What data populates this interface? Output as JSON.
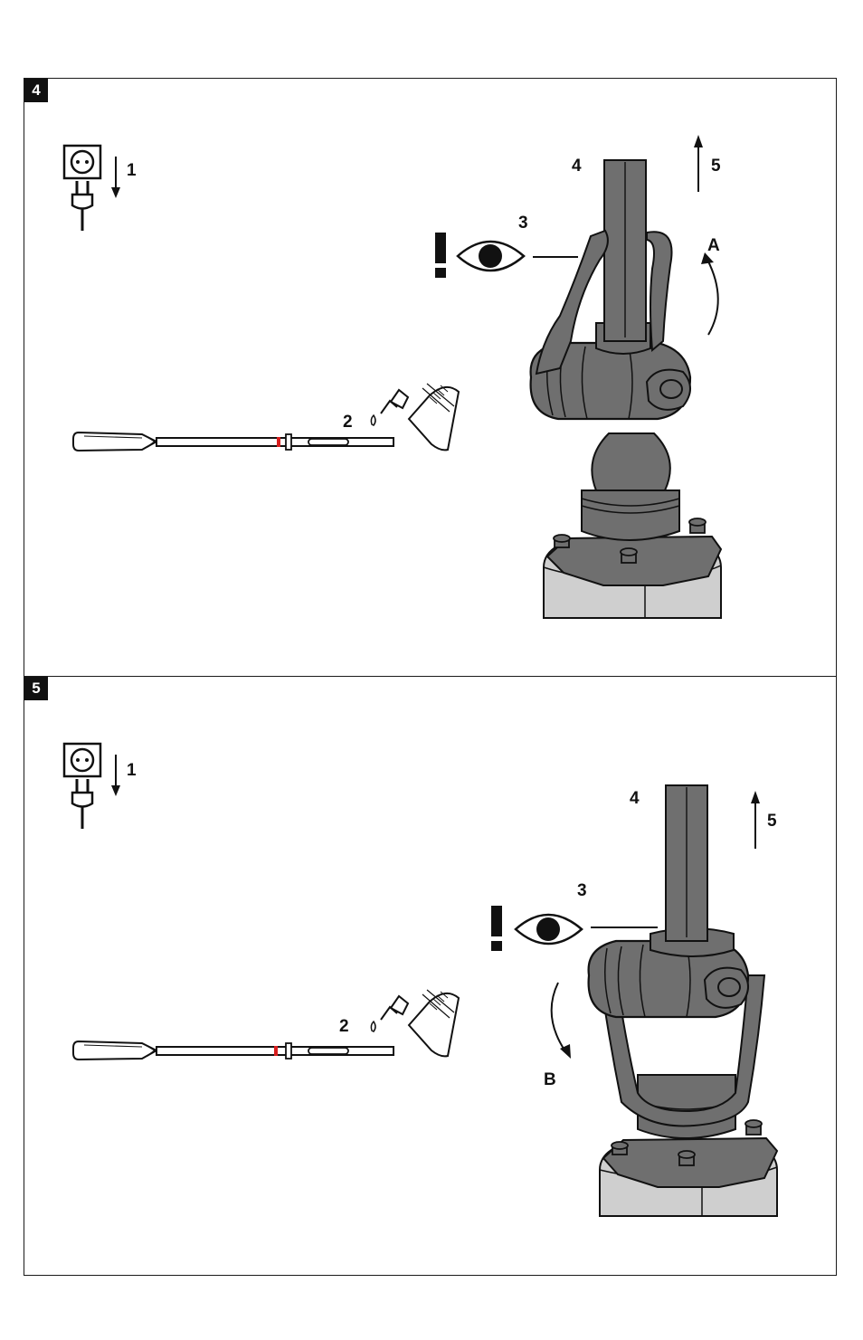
{
  "figures": [
    {
      "number": "4",
      "labels": {
        "step1": "1",
        "step2": "2",
        "step3": "3",
        "step4": "4",
        "step5": "5",
        "rotation": "A"
      }
    },
    {
      "number": "5",
      "labels": {
        "step1": "1",
        "step2": "2",
        "step3": "3",
        "step4": "4",
        "step5": "5",
        "rotation": "B"
      }
    }
  ],
  "colors": {
    "accent_mark": "#d81e1e",
    "body_gray": "#6f6f6f",
    "light_gray": "#cfcfcf"
  },
  "icons": [
    "power-socket-icon",
    "power-plug-icon",
    "warning-exclamation-icon",
    "eye-icon",
    "grease-tube-icon",
    "chisel-tool-icon"
  ]
}
